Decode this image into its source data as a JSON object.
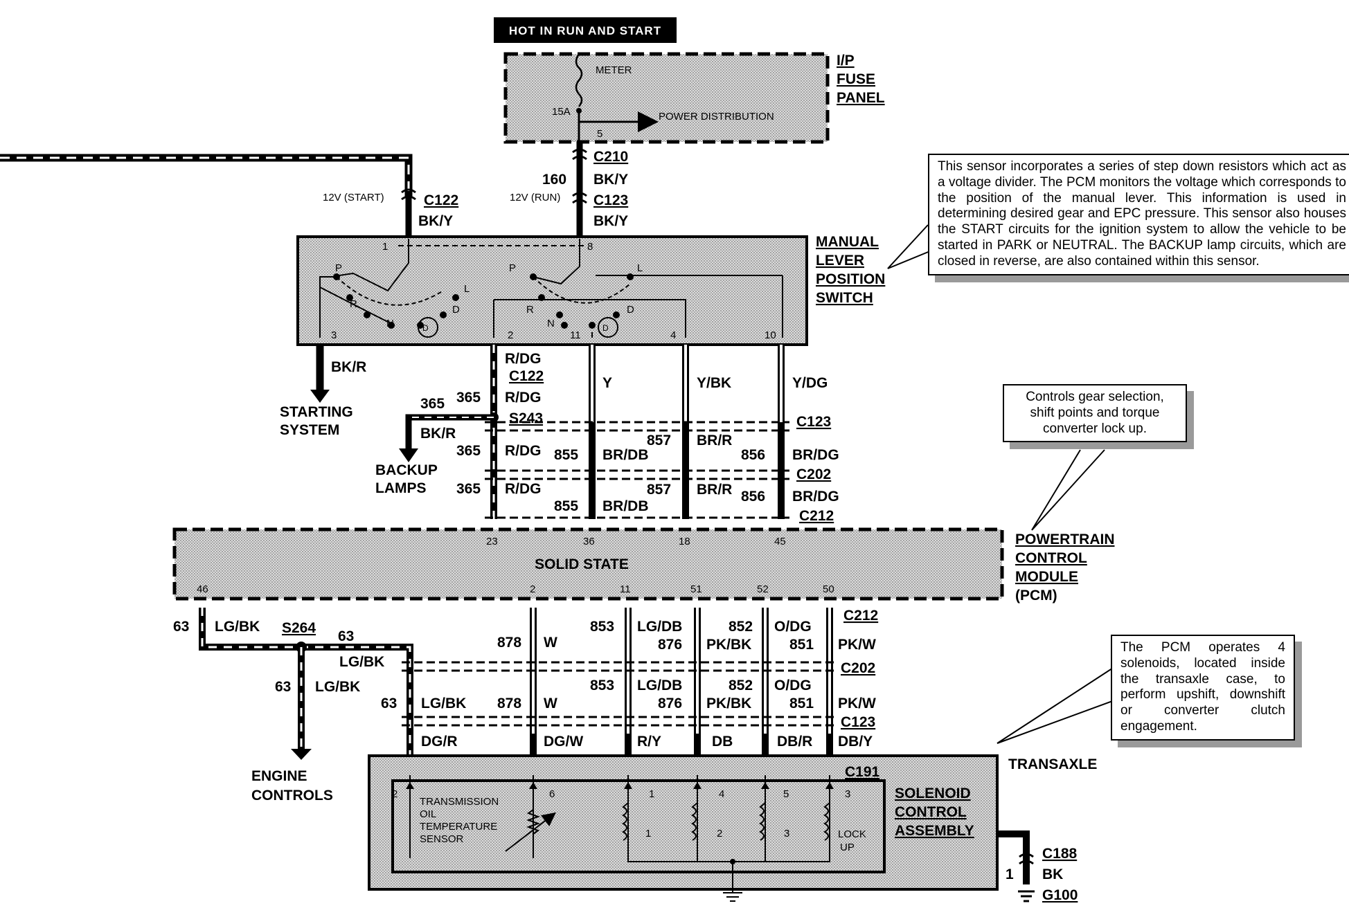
{
  "header_label": "HOT IN RUN AND START",
  "fuse_panel": {
    "title": [
      "I/P",
      "FUSE",
      "PANEL"
    ],
    "meter": "METER",
    "fuse_rating": "15A",
    "power_distribution": "POWER DISTRIBUTION",
    "pin": "5"
  },
  "top_feed": {
    "connector1": "C210",
    "circuit": "160",
    "color": "BK/Y",
    "connector2": "C123",
    "color2": "BK/Y",
    "voltage": "12V (RUN)"
  },
  "start_feed": {
    "voltage": "12V (START)",
    "connector": "C122",
    "color": "BK/Y"
  },
  "mlps": {
    "title": [
      "MANUAL",
      "LEVER",
      "POSITION",
      "SWITCH"
    ],
    "pins": [
      "1",
      "8",
      "3",
      "2",
      "11",
      "4",
      "10"
    ],
    "positions_left": [
      "P",
      "R",
      "N",
      "D",
      "L"
    ],
    "positions_right": [
      "P",
      "R",
      "N",
      "D",
      "L"
    ],
    "d_symbol": "D"
  },
  "mlps_note": "This sensor incorporates a series of step down resistors which act as a voltage divider. The PCM monitors the voltage which corresponds to the position of the manual lever. This information is used in determining desired gear and EPC pressure. This sensor also houses the START circuits for the ignition system to allow the vehicle to be started in PARK or NEUTRAL. The BACKUP lamp circuits, which are closed in reverse, are also contained within this sensor.",
  "pcm_note": "Controls gear selection, shift points and torque converter lock up.",
  "solenoid_note": "The PCM operates 4 solenoids, located inside the transaxle case, to perform upshift, downshift or converter clutch engagement.",
  "starting": {
    "color": "BK/R",
    "label": [
      "STARTING",
      "SYSTEM"
    ]
  },
  "backup": {
    "circuit": "365",
    "color": "BK/R",
    "label": [
      "BACKUP",
      "LAMPS"
    ]
  },
  "mid_wires": {
    "rdg": "R/DG",
    "c122": "C122",
    "n365": "365",
    "s243": "S243",
    "y": "Y",
    "ybk": "Y/BK",
    "ydg": "Y/DG",
    "c123": "C123",
    "c202": "C202",
    "c212": "C212",
    "n855": "855",
    "brdb": "BR/DB",
    "n857": "857",
    "brr": "BR/R",
    "n856": "856",
    "brdg": "BR/DG"
  },
  "pcm": {
    "title": [
      "POWERTRAIN",
      "CONTROL",
      "MODULE",
      "(PCM)"
    ],
    "solid_state": "SOLID STATE",
    "top_pins": [
      "23",
      "36",
      "18",
      "45"
    ],
    "bottom_pins": [
      "46",
      "2",
      "11",
      "51",
      "52",
      "50"
    ]
  },
  "lower_wires": {
    "n63": "63",
    "lgbk": "LG/BK",
    "s264": "S264",
    "n878": "878",
    "w": "W",
    "n853": "853",
    "lgdb": "LG/DB",
    "n876": "876",
    "n852": "852",
    "pkbk": "PK/BK",
    "odg": "O/DG",
    "n851": "851",
    "pkw": "PK/W",
    "c212": "C212",
    "c202": "C202",
    "c123": "C123",
    "colors": [
      "DG/R",
      "DG/W",
      "R/Y",
      "DB",
      "DB/R",
      "DB/Y"
    ]
  },
  "engine": [
    "ENGINE",
    "CONTROLS"
  ],
  "transaxle": {
    "label": "TRANSAXLE",
    "connector": "C191",
    "assembly": [
      "SOLENOID",
      "CONTROL",
      "ASSEMBLY"
    ],
    "tot": [
      "TRANSMISSION",
      "OIL",
      "TEMPERATURE",
      "SENSOR"
    ],
    "pins": [
      "2",
      "6",
      "1",
      "4",
      "5",
      "3"
    ],
    "solenoids": [
      "1",
      "2",
      "3",
      "LOCK",
      "UP"
    ]
  },
  "ground": {
    "connector": "C188",
    "color": "BK",
    "circuit": "1",
    "ground": "G100"
  }
}
